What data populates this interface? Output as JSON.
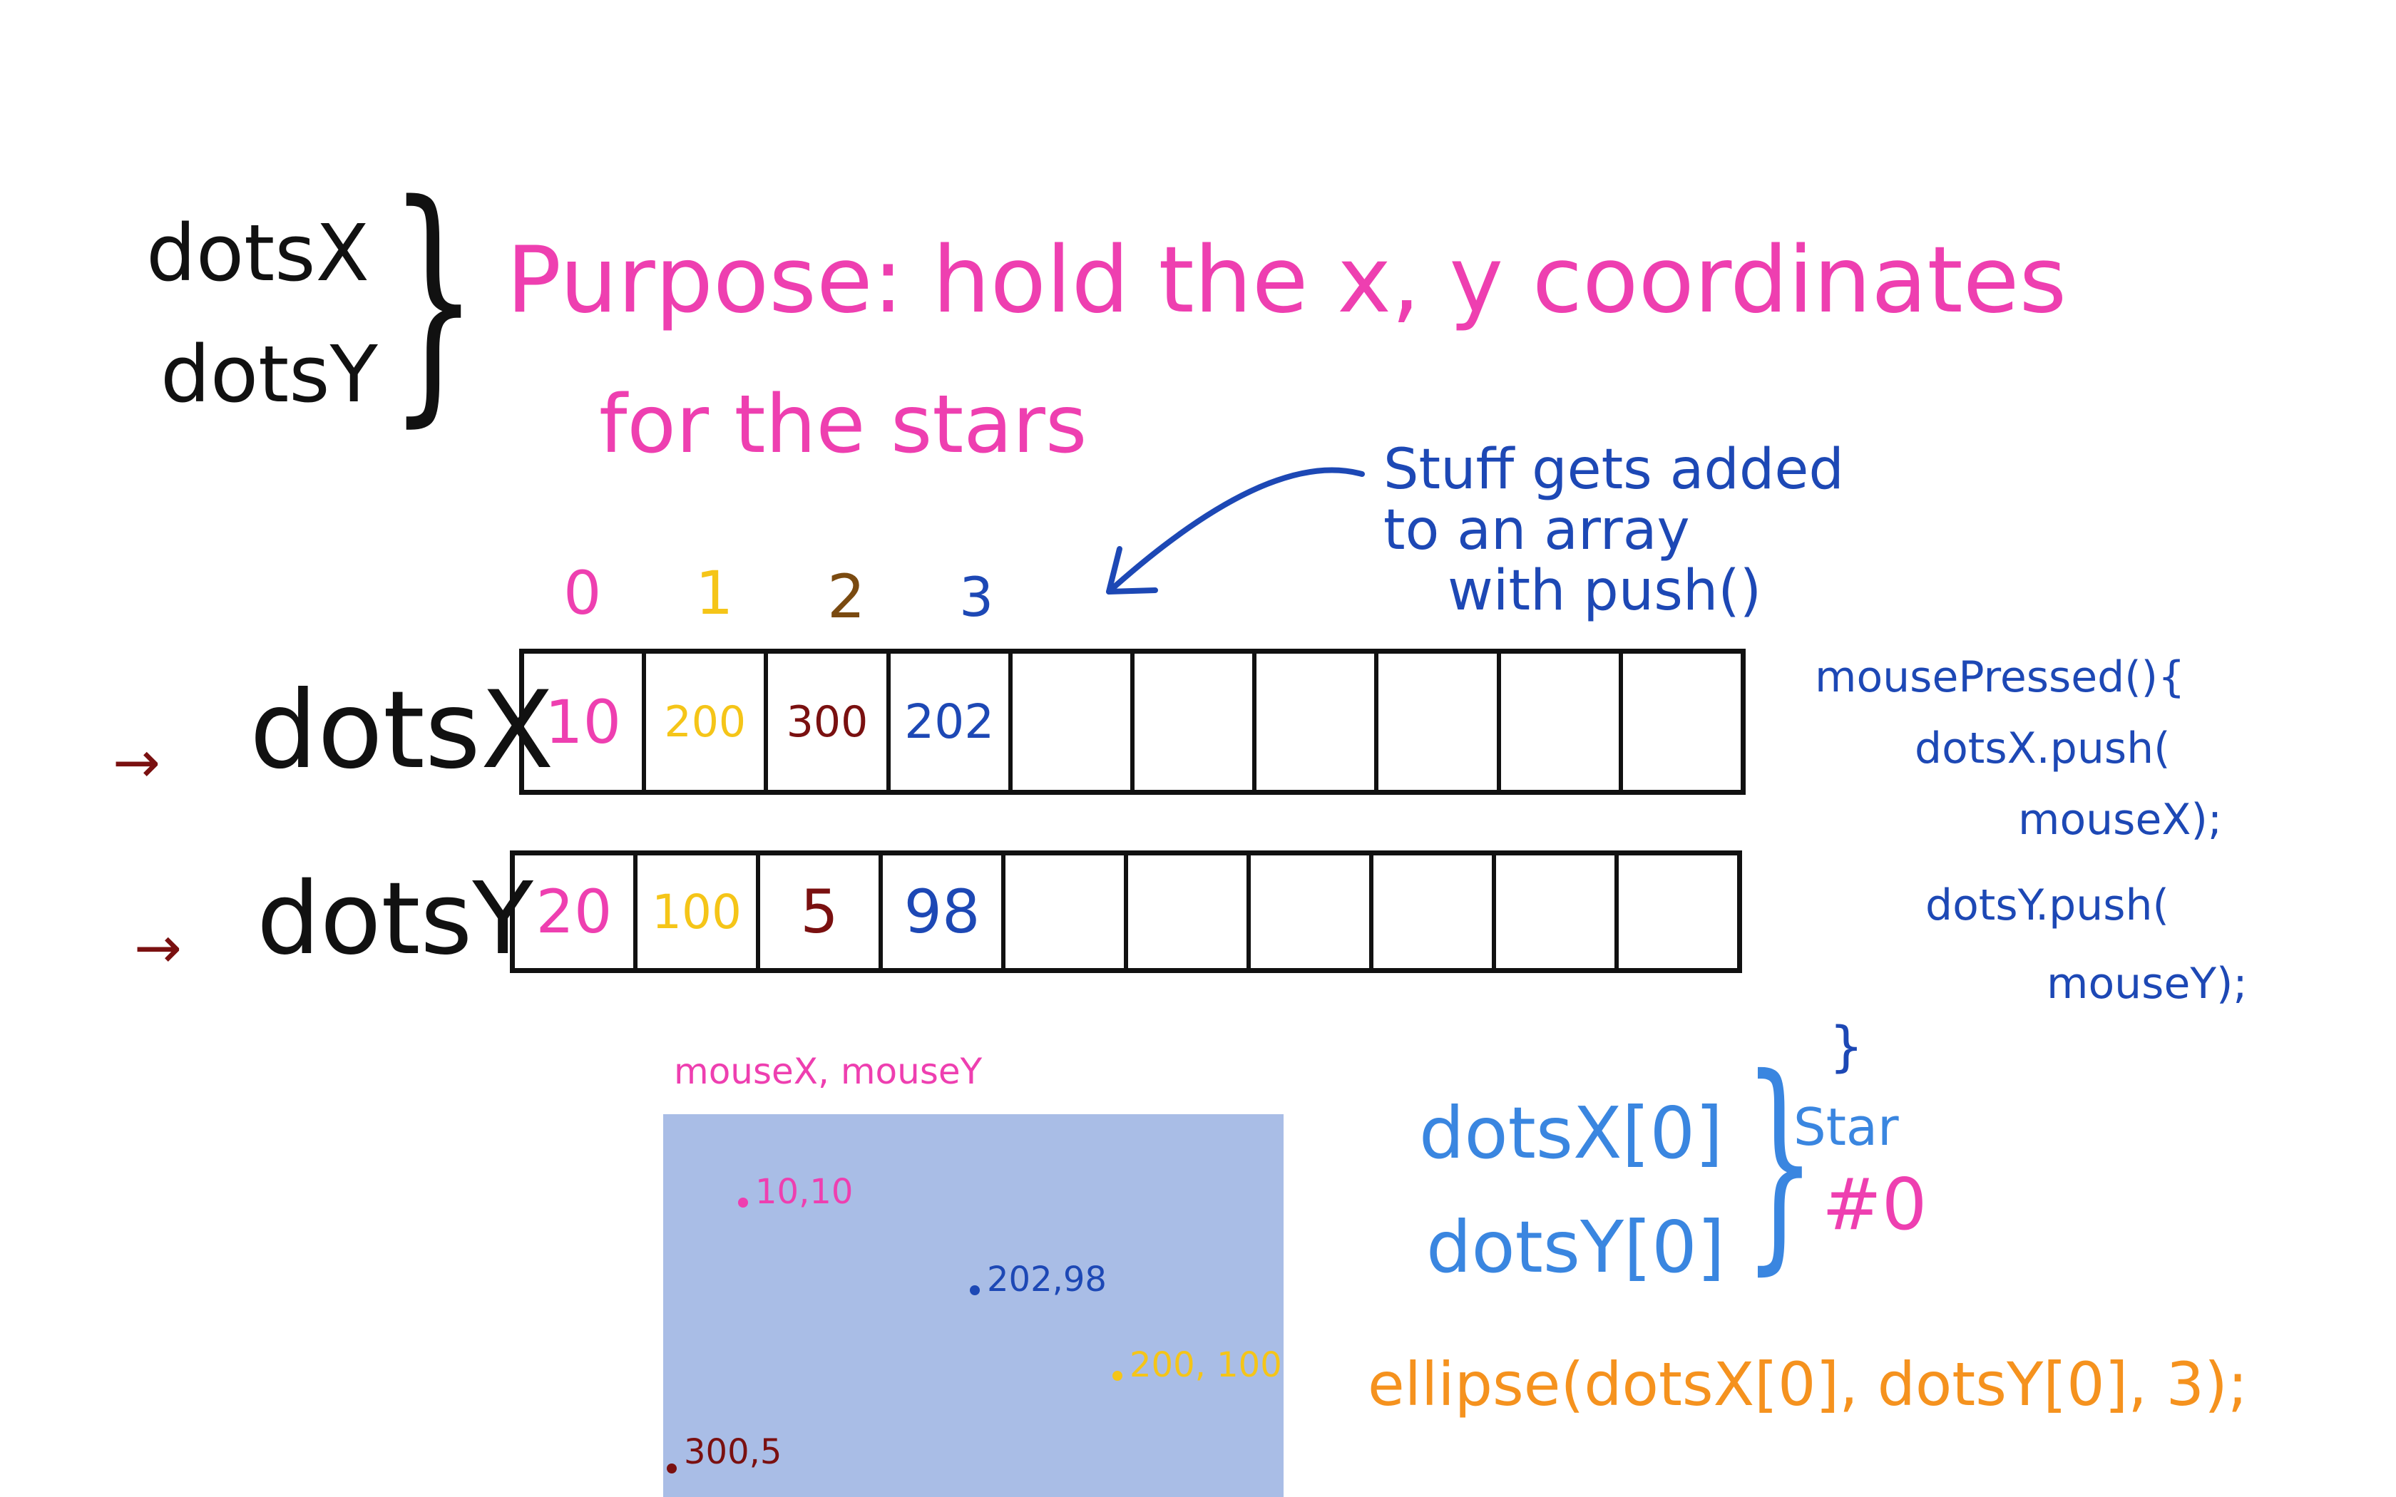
{
  "colors": {
    "black": "#111111",
    "pink": "#ee3fb0",
    "yellow": "#f5c518",
    "darkred": "#7a1010",
    "brown": "#7a4a10",
    "darkblue": "#1d48b5",
    "lightblue": "#3a86e0",
    "orange": "#f5921e",
    "canvas": "#a9bde6"
  },
  "header": {
    "var_x": "dotsX",
    "var_y": "dotsY",
    "brace": "}",
    "purpose_line1": "Purpose: hold the x, y coordinates",
    "purpose_line2": "for the stars"
  },
  "note": {
    "line1": "Stuff gets added",
    "line2": "to an array",
    "line3": "with push()",
    "arrow_icon": "curved-arrow"
  },
  "indices": [
    "0",
    "1",
    "2",
    "3"
  ],
  "arrays": {
    "dotsX": {
      "label": "dotsX",
      "pointer": "→",
      "values": [
        "10",
        "200",
        "300",
        "202",
        "",
        "",
        "",
        "",
        "",
        ""
      ]
    },
    "dotsY": {
      "label": "dotsY",
      "pointer": "→",
      "values": [
        "20",
        "100",
        "5",
        "98",
        "",
        "",
        "",
        "",
        "",
        ""
      ]
    }
  },
  "code": {
    "line1": "mousePressed(){",
    "line2": "dotsX.push(",
    "line3": "mouseX);",
    "line4": "dotsY.push(",
    "line5": "mouseY);",
    "line6": "}"
  },
  "canvas": {
    "title": "mouseX, mouseY",
    "points": [
      {
        "label": "10,10",
        "color": "#ee3fb0"
      },
      {
        "label": "202,98",
        "color": "#1d48b5"
      },
      {
        "label": "200, 100",
        "color": "#f5c518"
      },
      {
        "label": "300,5",
        "color": "#7a1010"
      }
    ]
  },
  "star": {
    "line1": "dotsX[0]",
    "line2": "dotsY[0]",
    "brace": "}",
    "label": "Star",
    "number": "#0"
  },
  "ellipse": {
    "text": "ellipse(dotsX[0], dotsY[0], 3);"
  }
}
